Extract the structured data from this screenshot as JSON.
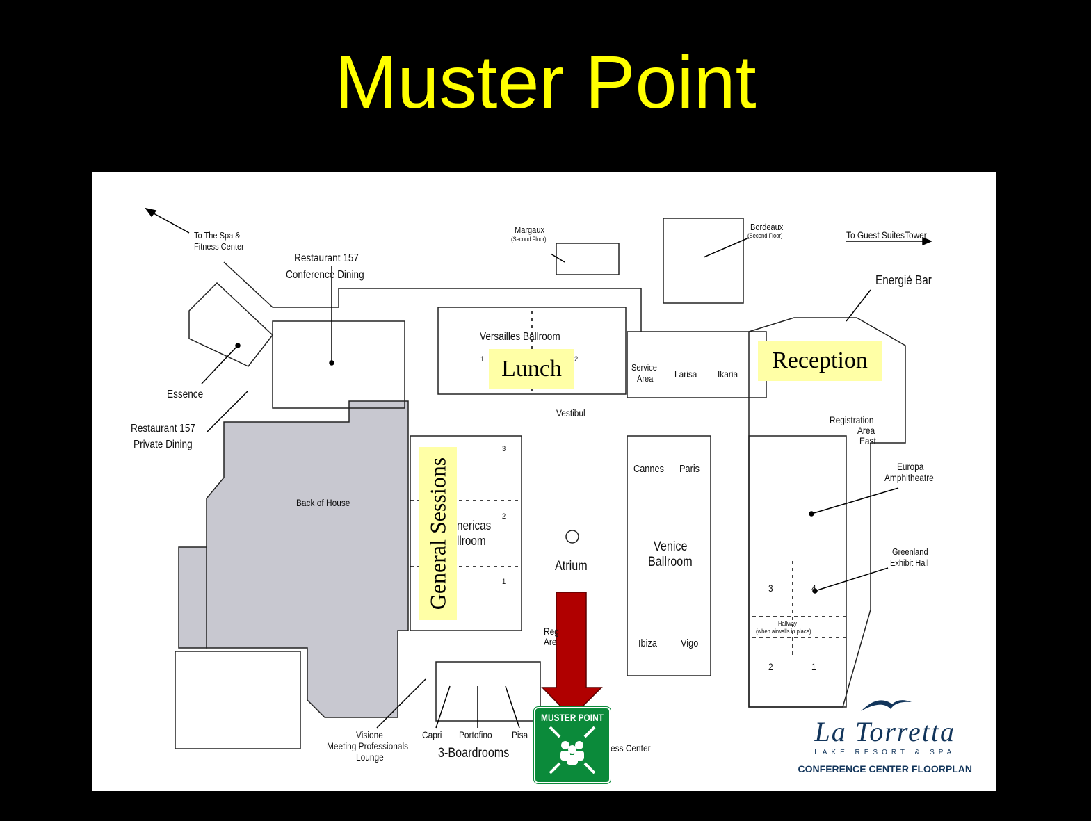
{
  "title": "Muster Point",
  "highlights": {
    "lunch": "Lunch",
    "reception": "Reception",
    "general_sessions": "General Sessions"
  },
  "labels": {
    "spa": "To The Spa &\nFitness Center",
    "guest_suites": "To Guest SuitesTower",
    "margaux": "Margaux",
    "margaux_sub": "(Second Floor)",
    "bordeaux": "Bordeaux",
    "bordeaux_sub": "(Second Floor)",
    "restaurant_conf": "Restaurant 157",
    "restaurant_conf2": "Conference Dining",
    "energie": "Energié Bar",
    "essence": "Essence",
    "restaurant_priv": "Restaurant 157",
    "restaurant_priv2": "Private Dining",
    "versailles": "Versailles Ballroom",
    "v1": "1",
    "v2": "2",
    "service": "Service",
    "service2": "Area",
    "larisa": "Larisa",
    "ikaria": "Ikaria",
    "vestibul": "Vestibul",
    "registration_east": "Registration",
    "registration_east2": "Area",
    "registration_east3": "East",
    "europa": "Europa",
    "europa2": "Amphitheatre",
    "cannes": "Cannes",
    "paris": "Paris",
    "back_of_house": "Back of House",
    "americas": "nericas",
    "americas2": "llroom",
    "a3": "3",
    "a2": "2",
    "a1": "1",
    "atrium": "Atrium",
    "venice": "Venice",
    "venice2": "Ballroom",
    "greenland": "Greenland",
    "greenland2": "Exhibit Hall",
    "g3": "3",
    "g4": "4",
    "g2": "2",
    "g1": "1",
    "hallway": "Hallway",
    "hallway2": "(when airwalls in place)",
    "registration": "Reg",
    "registration2": "Are",
    "ibiza": "Ibiza",
    "vigo": "Vigo",
    "visione": "Visione",
    "visione2": "Meeting Professionals",
    "visione3": "Lounge",
    "capri": "Capri",
    "portofino": "Portofino",
    "pisa": "Pisa",
    "boardrooms": "3-Boardrooms",
    "business_center": "ess Center"
  },
  "sign": {
    "text": "MUSTER POINT"
  },
  "logo": {
    "name": "La Torretta",
    "sub": "LAKE RESORT & SPA",
    "caption": "CONFERENCE CENTER FLOORPLAN"
  },
  "colors": {
    "title": "#ffff00",
    "highlight": "#ffffa6",
    "arrow": "#b00000",
    "sign": "#0b8a3a",
    "logo": "#12355b"
  }
}
